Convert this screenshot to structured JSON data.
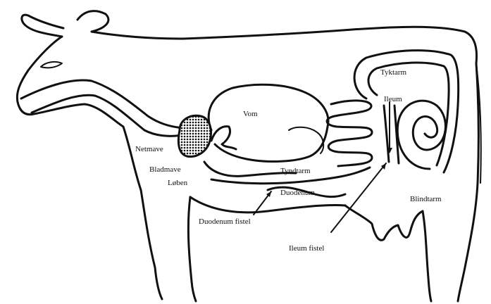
{
  "labels": {
    "tyktarm": "Tyktarm",
    "ileum": "Ileum",
    "vom": "Vom",
    "netmave": "Netmave",
    "bladmave": "Bladmave",
    "loben": "Løben",
    "tyndtarm": "Tyndtarm",
    "duodenum": "Duodenum",
    "duodenum_fistel": "Duodenum fistel",
    "blindtarm": "Blindtarm",
    "ileum_fistel": "Ileum fistel"
  },
  "colors": {
    "ink": "#111111",
    "background": "#ffffff",
    "netmave_fill": "#222222"
  }
}
